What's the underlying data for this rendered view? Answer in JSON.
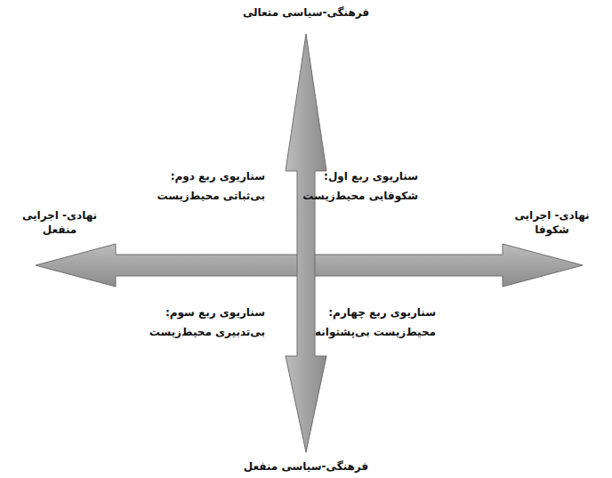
{
  "diagram": {
    "labels": [
      "فرهنگی-سیاسی متعالی",
      "سناریوی ربع دوم:",
      "بی‌ثباتی محیط‌زیست",
      "سناریوی ربع اول:",
      "شکوفایی محیط‌زیست",
      "نهادی- اجرایی منفعل",
      "نهادی- اجرایی شکوفا",
      "سناریوی ربع سوم:",
      "بی‌تدبیری محیط‌زیست",
      "سناریوی ربع چهارم:",
      "محیط‌زیست بی‌پشتوانه",
      "فرهنگی-سیاسی منفعل"
    ]
  }
}
